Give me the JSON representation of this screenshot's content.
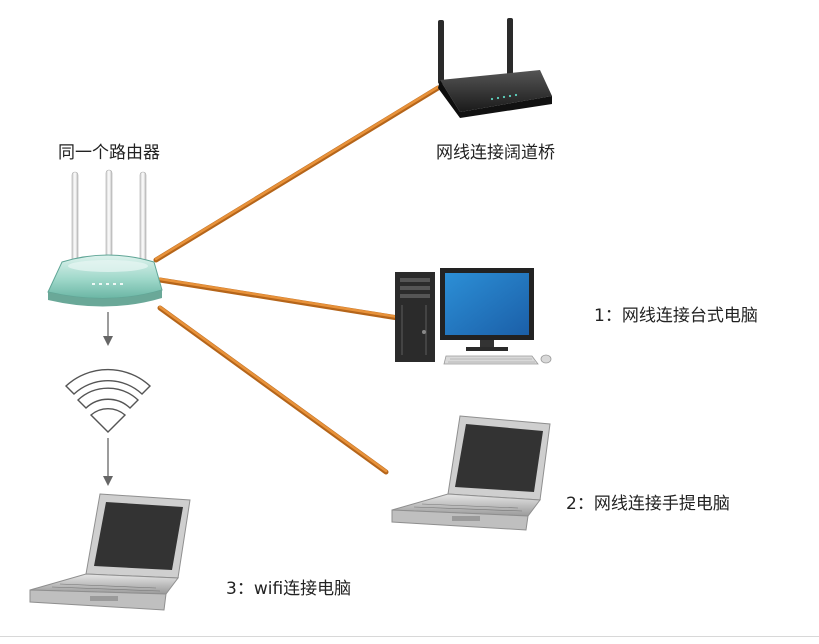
{
  "labels": {
    "router": "同一个路由器",
    "bridge": "网线连接阔道桥",
    "desktop": "1：网线连接台式电脑",
    "laptop_wired": "2：网线连接手提电脑",
    "laptop_wifi": "3：wifi连接电脑"
  },
  "colors": {
    "cable": "#e07e1e",
    "cable_shade": "#b5651a",
    "router_body": "#8fd3c4",
    "arrow": "#666666"
  },
  "icons": [
    "router-icon",
    "bridge-router-icon",
    "desktop-computer-icon",
    "laptop-icon",
    "wifi-icon",
    "arrow-down-icon"
  ]
}
